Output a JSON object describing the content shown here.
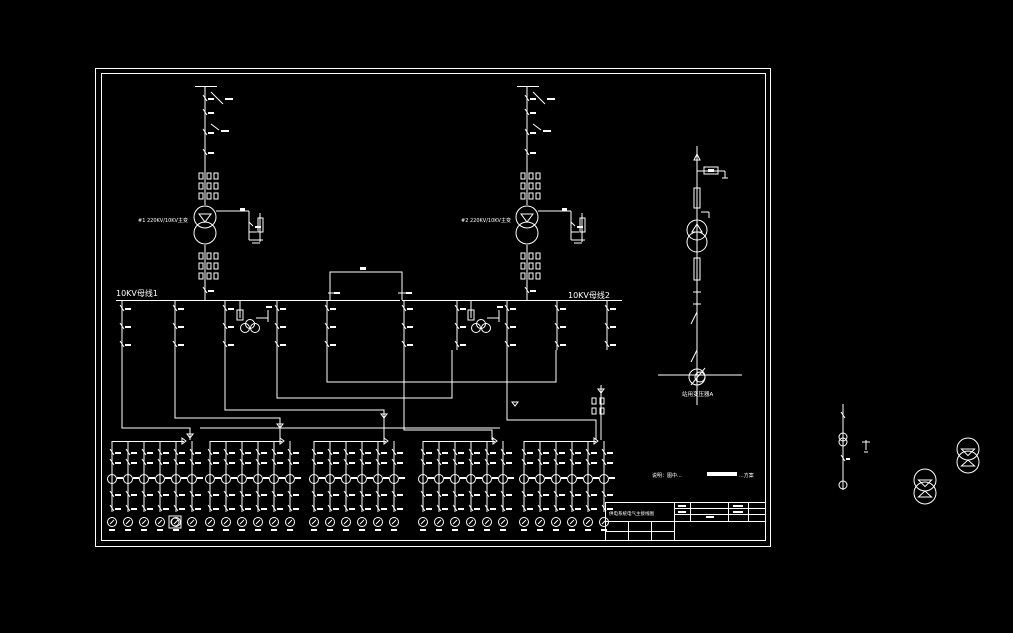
{
  "drawing": {
    "bus1_label": "10KV母线1",
    "bus2_label": "10KV母线2",
    "transformer1_label": "#1 220KV/10KV主变",
    "transformer2_label": "#2 220KV/10KV主变",
    "station_transformer_label": "站用变压器A",
    "note_text": "说明：图中...",
    "note_suffix": "...方案",
    "title_block_name": "供电系统电气主接线图"
  },
  "colors": {
    "background": "#000000",
    "line": "#ffffff"
  }
}
